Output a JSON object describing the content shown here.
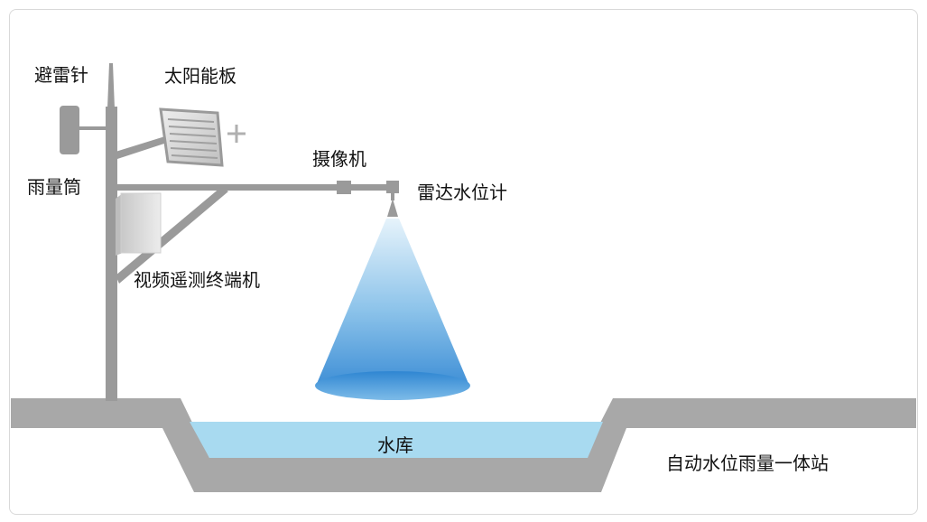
{
  "labels": {
    "lightning_rod": "避雷针",
    "solar_panel": "太阳能板",
    "camera": "摄像机",
    "rain_gauge": "雨量筒",
    "radar_level_meter": "雷达水位计",
    "telemetry_terminal": "视频遥测终端机",
    "reservoir": "水库",
    "station": "自动水位雨量一体站"
  },
  "colors": {
    "steel": "#9a9a9a",
    "ground": "#a8a8a8",
    "water": "#a8daf0",
    "beam_top": "#d8ecf8",
    "beam_bottom": "#3f8fd6"
  }
}
